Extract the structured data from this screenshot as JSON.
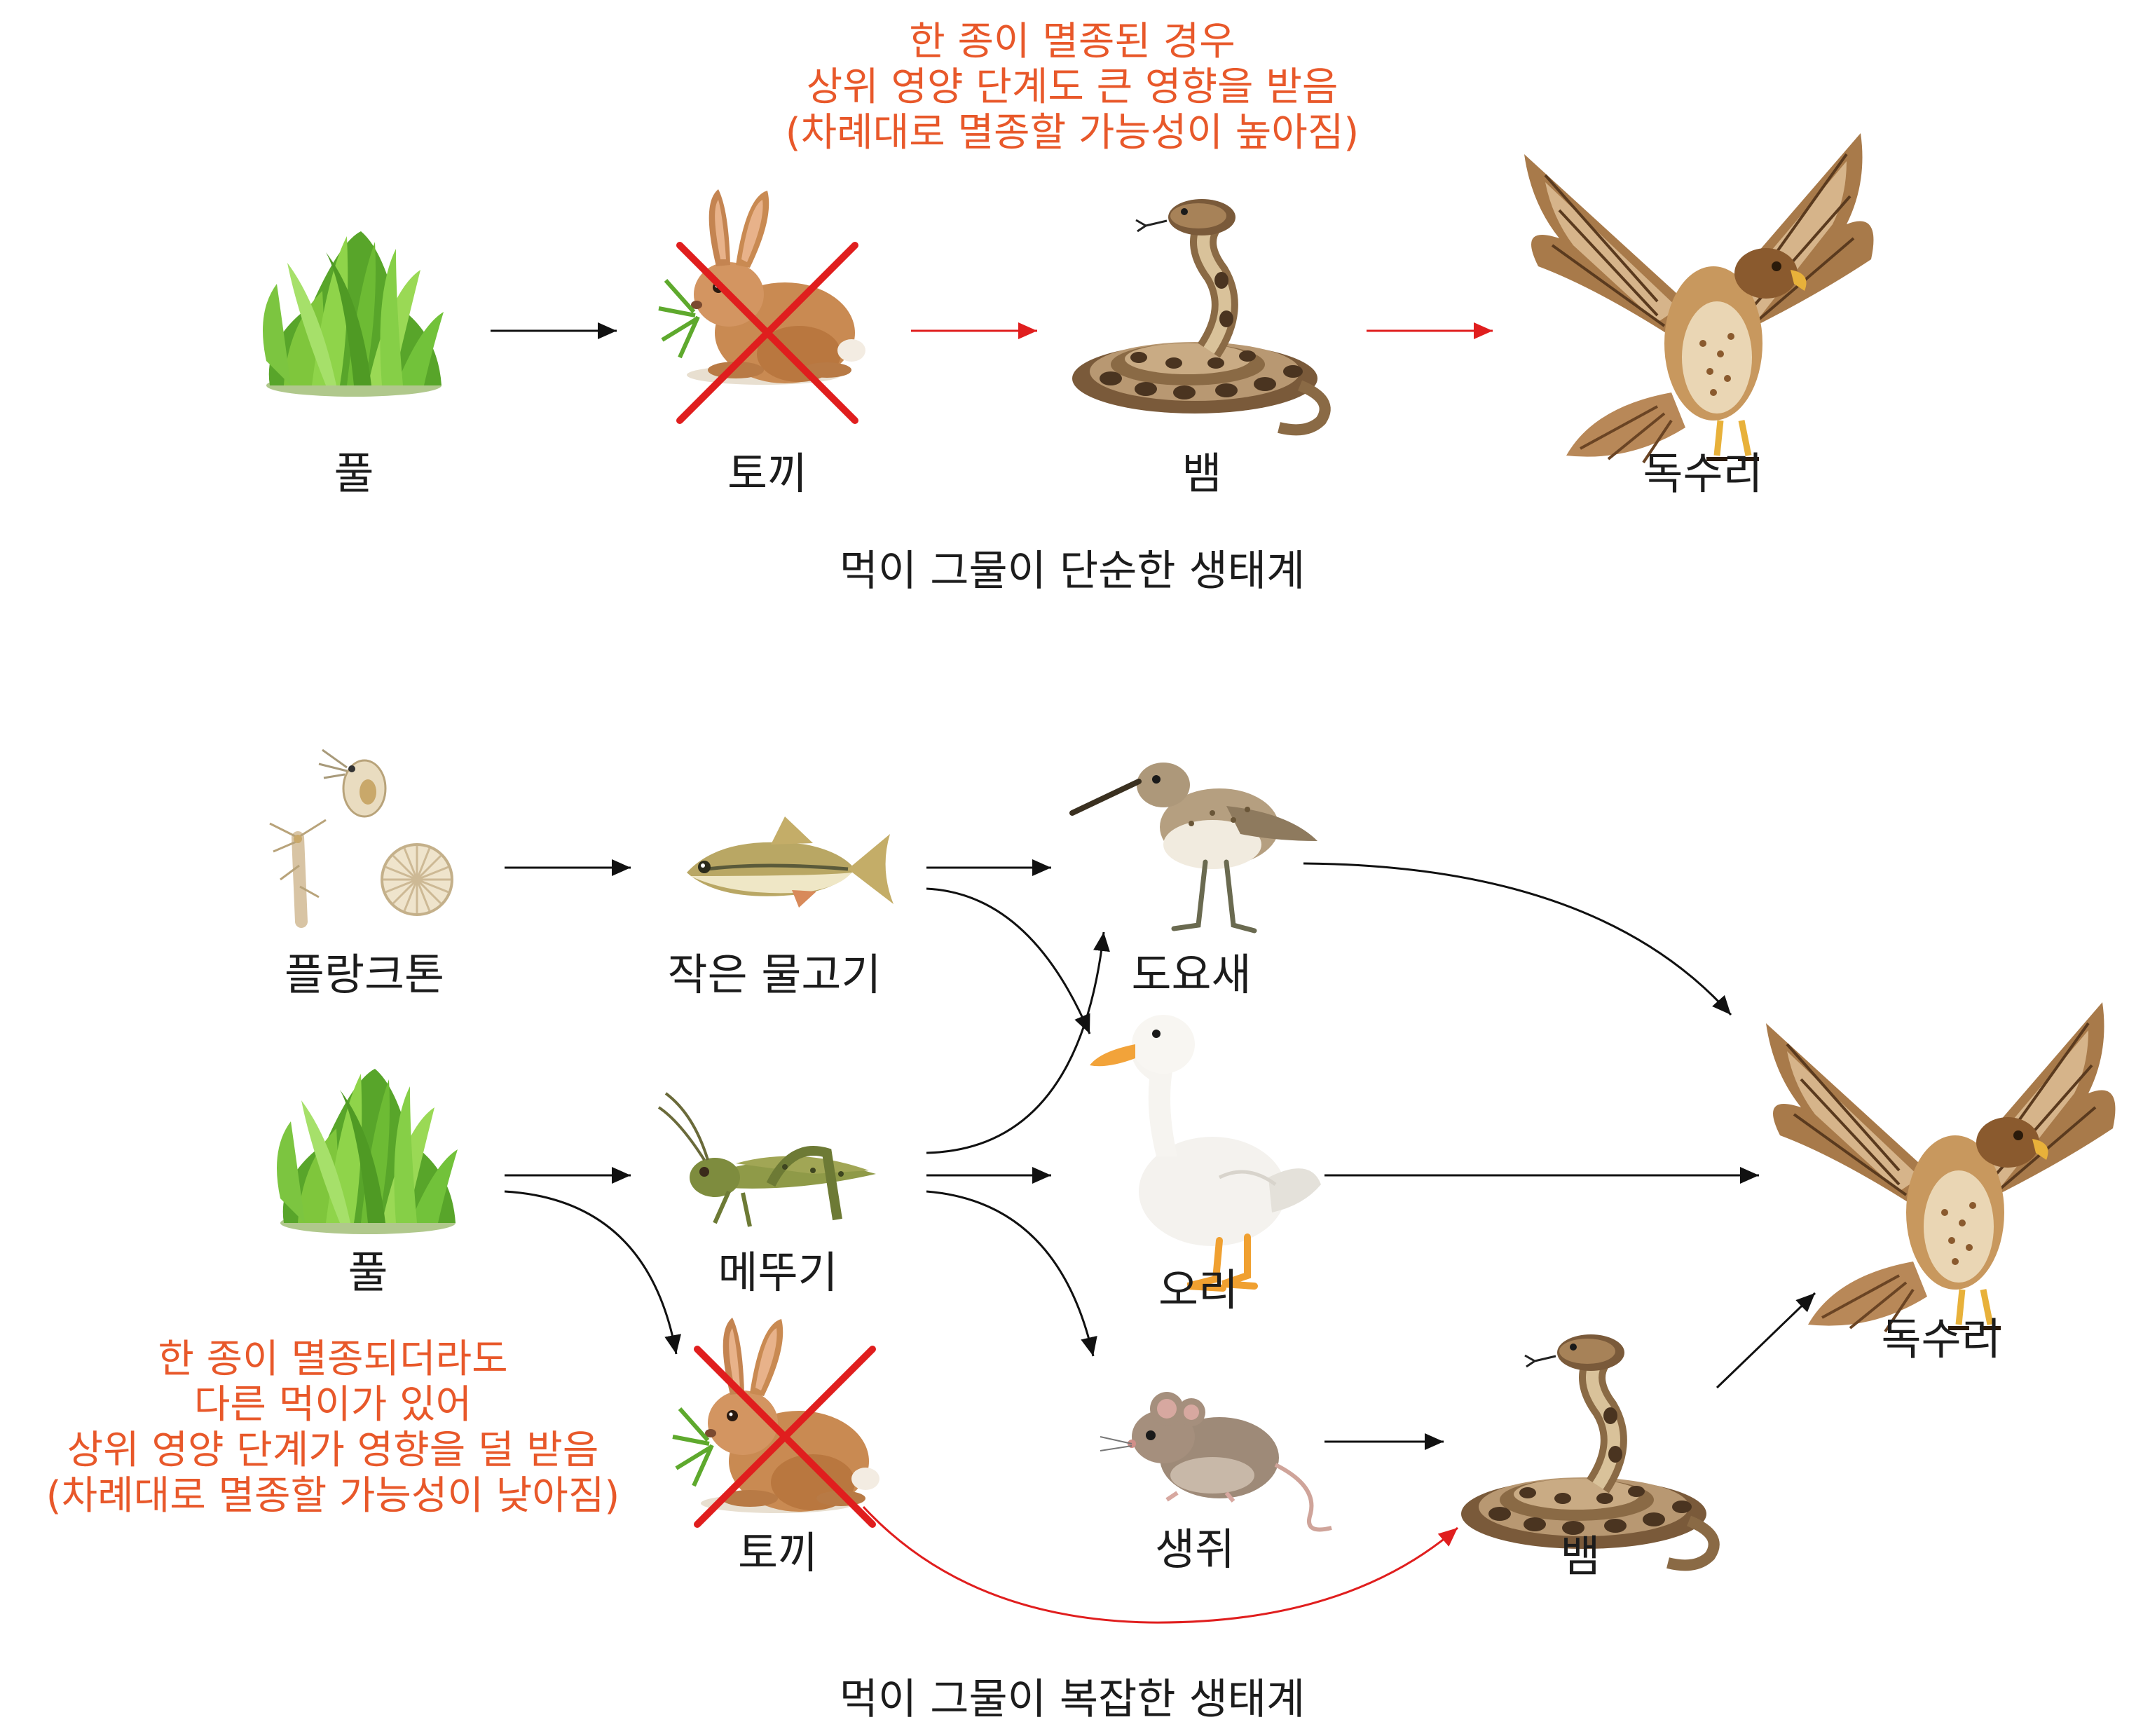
{
  "colors": {
    "text": "#1c1c1c",
    "note": "#e8582a",
    "arrow": "#111111",
    "arrow_highlight": "#e01e1e",
    "cross": "#e01e1e"
  },
  "simple_web": {
    "note_lines": [
      "한 종이 멸종된 경우",
      "상위 영양 단계도 큰 영향을 받음",
      "(차례대로 멸종할 가능성이 높아짐)"
    ],
    "labels": {
      "grass": "풀",
      "rabbit": "토끼",
      "snake": "뱀",
      "hawk": "독수리"
    },
    "caption": "먹이 그물이 단순한 생태계"
  },
  "complex_web": {
    "note_lines": [
      "한 종이 멸종되더라도",
      "다른 먹이가 있어",
      "상위 영양 단계가 영향을 덜 받음",
      "(차례대로 멸종할 가능성이 낮아짐)"
    ],
    "labels": {
      "plankton": "플랑크톤",
      "small_fish": "작은 물고기",
      "sandpiper": "도요새",
      "grass": "풀",
      "grasshopper": "메뚜기",
      "duck": "오리",
      "rabbit": "토끼",
      "mouse": "생쥐",
      "snake": "뱀",
      "hawk": "독수리"
    },
    "caption": "먹이 그물이 복잡한 생태계"
  },
  "icons": [
    "grass-icon",
    "rabbit-icon",
    "snake-icon",
    "hawk-icon",
    "plankton-icon",
    "fish-icon",
    "sandpiper-icon",
    "grasshopper-icon",
    "duck-icon",
    "mouse-icon",
    "extinct-cross-icon"
  ]
}
